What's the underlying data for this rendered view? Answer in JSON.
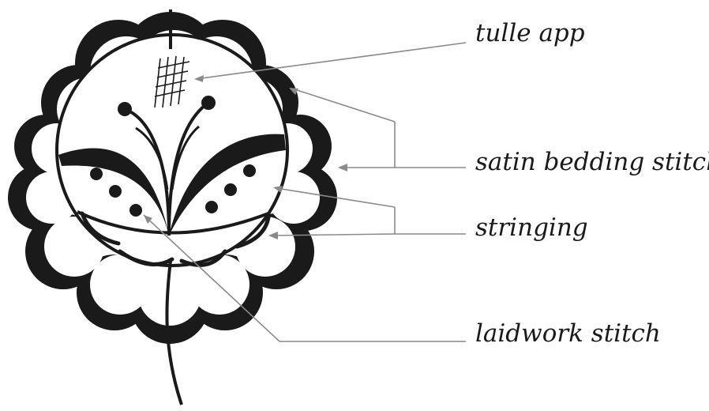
{
  "labels": {
    "tulle_app": "tulle app",
    "satin_bedding_stitch": "satin bedding stitch",
    "stringing": "stringing",
    "laidwork_stitch": "laidwork stitch"
  },
  "colors": {
    "ink": "#1a1a1a",
    "leader": "#8a8a8a",
    "background": "#ffffff"
  }
}
